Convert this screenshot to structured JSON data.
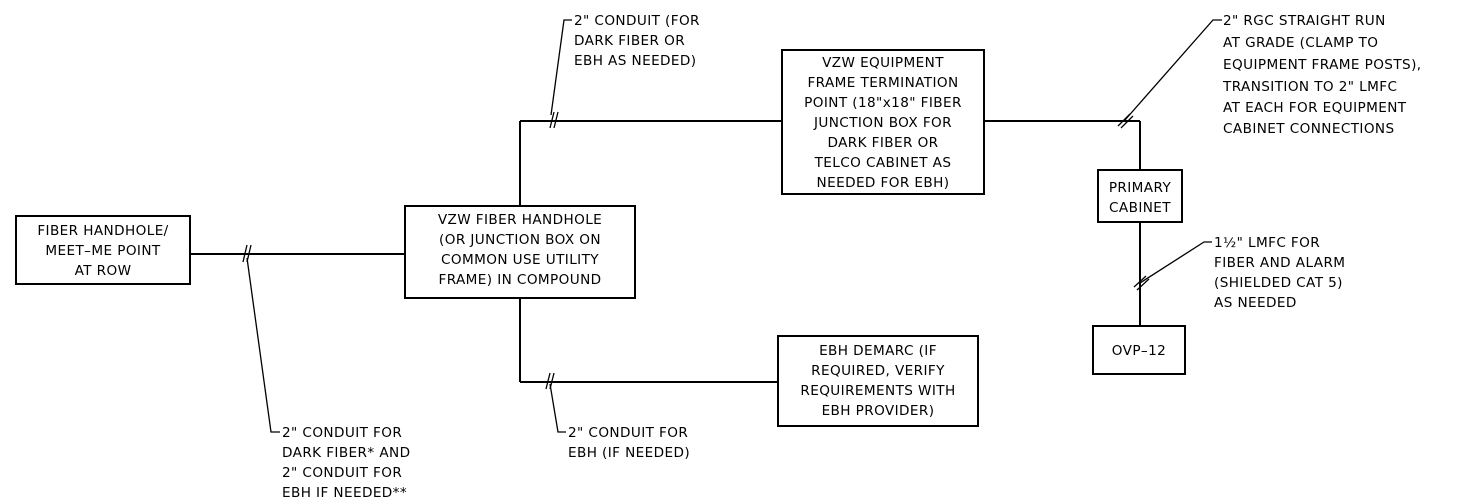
{
  "boxes": {
    "fiber_handhole": [
      "FIBER HANDHOLE/",
      "MEET–ME POINT",
      "AT ROW"
    ],
    "vzw_handhole": [
      "VZW FIBER HANDHOLE",
      "(OR JUNCTION BOX ON",
      "COMMON USE UTILITY",
      "FRAME) IN COMPOUND"
    ],
    "vzw_equipment": [
      "VZW EQUIPMENT",
      "FRAME TERMINATION",
      "POINT (18\"x18\" FIBER",
      "JUNCTION BOX FOR",
      "DARK FIBER OR",
      "TELCO CABINET AS",
      "NEEDED FOR EBH)"
    ],
    "ebh_demarc": [
      "EBH DEMARC (IF",
      "REQUIRED, VERIFY",
      "REQUIREMENTS WITH",
      "EBH PROVIDER)"
    ],
    "primary_cabinet": [
      "PRIMARY",
      "CABINET"
    ],
    "ovp": [
      "OVP–12"
    ]
  },
  "notes": {
    "conduit_dark_fiber_ebh": [
      "2\" CONDUIT (FOR",
      "DARK FIBER OR",
      "EBH AS NEEDED)"
    ],
    "rgc_straight_run": [
      "2\" RGC STRAIGHT RUN",
      "AT GRADE (CLAMP TO",
      "EQUIPMENT FRAME POSTS),",
      "TRANSITION TO 2\" LMFC",
      "AT EACH FOR EQUIPMENT",
      "CABINET CONNECTIONS"
    ],
    "lmfc_fiber_alarm": [
      "1½\" LMFC FOR",
      "FIBER AND ALARM",
      "(SHIELDED CAT 5)",
      "AS NEEDED"
    ],
    "conduit_row": [
      "2\" CONDUIT FOR",
      "DARK FIBER* AND",
      "2\" CONDUIT FOR",
      "EBH IF NEEDED**"
    ],
    "conduit_ebh": [
      "2\" CONDUIT FOR",
      "EBH (IF NEEDED)"
    ]
  }
}
